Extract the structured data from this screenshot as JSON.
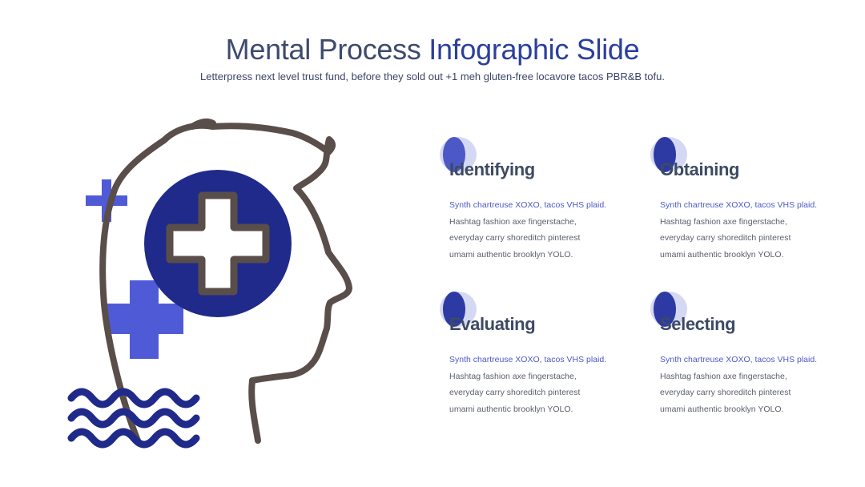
{
  "header": {
    "title_part1": "Mental Process",
    "title_part2": "Infographic Slide",
    "subtitle": "Letterpress next level trust fund, before they sold out +1 meh gluten-free locavore tacos PBR&B tofu."
  },
  "colors": {
    "navy": "#1f2a8a",
    "blue": "#4f5bd6",
    "outline": "#5a4e4a",
    "heading": "#3d4a63",
    "accent_text": "#4d5ac4"
  },
  "illustration": {
    "icons": [
      "head-profile-icon",
      "medical-cross-icon",
      "plus-icon",
      "wave-icon"
    ]
  },
  "cards": [
    {
      "title": "Identifying",
      "line1": "Synth chartreuse XOXO, tacos VHS plaid.",
      "line2": "Hashtag fashion axe fingerstache,",
      "line3": "everyday carry shoreditch pinterest",
      "line4": "umami authentic brooklyn YOLO."
    },
    {
      "title": "Obtaining",
      "line1": "Synth chartreuse XOXO, tacos VHS plaid.",
      "line2": "Hashtag fashion axe fingerstache,",
      "line3": "everyday carry shoreditch pinterest",
      "line4": "umami authentic brooklyn YOLO."
    },
    {
      "title": "Evaluating",
      "line1": "Synth chartreuse XOXO, tacos VHS plaid.",
      "line2": "Hashtag fashion axe fingerstache,",
      "line3": "everyday carry shoreditch pinterest",
      "line4": "umami authentic brooklyn YOLO."
    },
    {
      "title": "Selecting",
      "line1": "Synth chartreuse XOXO, tacos VHS plaid.",
      "line2": "Hashtag fashion axe fingerstache,",
      "line3": "everyday carry shoreditch pinterest",
      "line4": "umami authentic brooklyn YOLO."
    }
  ]
}
